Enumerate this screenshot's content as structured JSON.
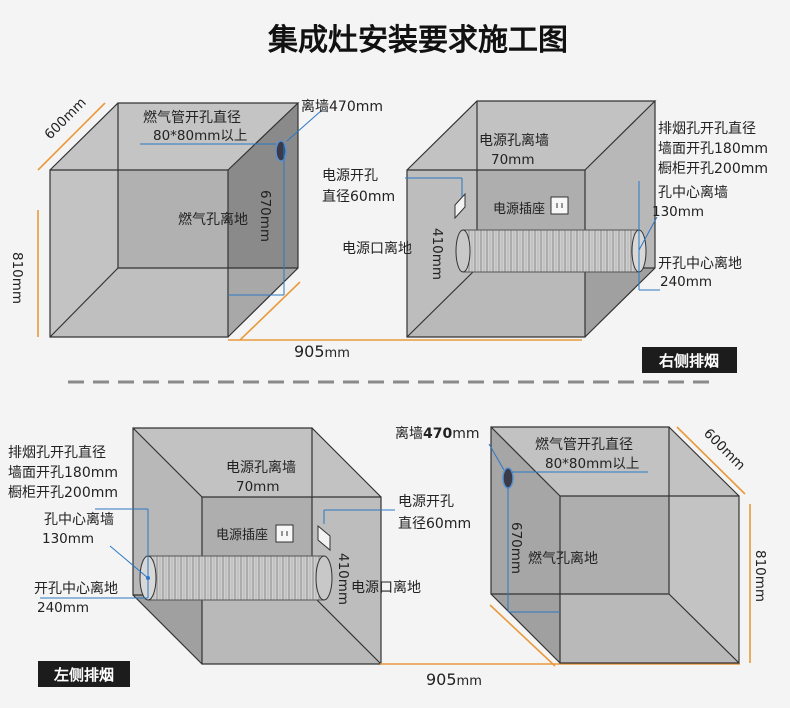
{
  "title": "集成灶安装要求施工图",
  "tags": {
    "right": "右侧排烟",
    "left": "左侧排烟"
  },
  "box_a": {
    "depth": "600mm",
    "height": "810mm",
    "gas_title": "燃气管开孔直径",
    "gas_size": "80*80mm以上",
    "wall_label": "离墙",
    "wall_value": "470",
    "wall_unit": "mm",
    "gas_height": "670mm",
    "gas_floor": "燃气孔离地"
  },
  "width_label": "905",
  "width_unit": "mm",
  "box_b": {
    "power_wall_1": "电源孔离墙",
    "power_wall_2": "70mm",
    "exhaust_1": "排烟孔开孔直径",
    "exhaust_2": "墙面开孔180mm",
    "exhaust_3": "橱柜开孔200mm",
    "power_hole_1": "电源开孔",
    "power_hole_2": "直径60mm",
    "socket": "电源插座",
    "center_wall_1": "孔中心离墙",
    "center_wall_2": "130mm",
    "socket_height": "410mm",
    "socket_floor": "电源口离地",
    "center_floor_1": "开孔中心离地",
    "center_floor_2": "240mm"
  }
}
